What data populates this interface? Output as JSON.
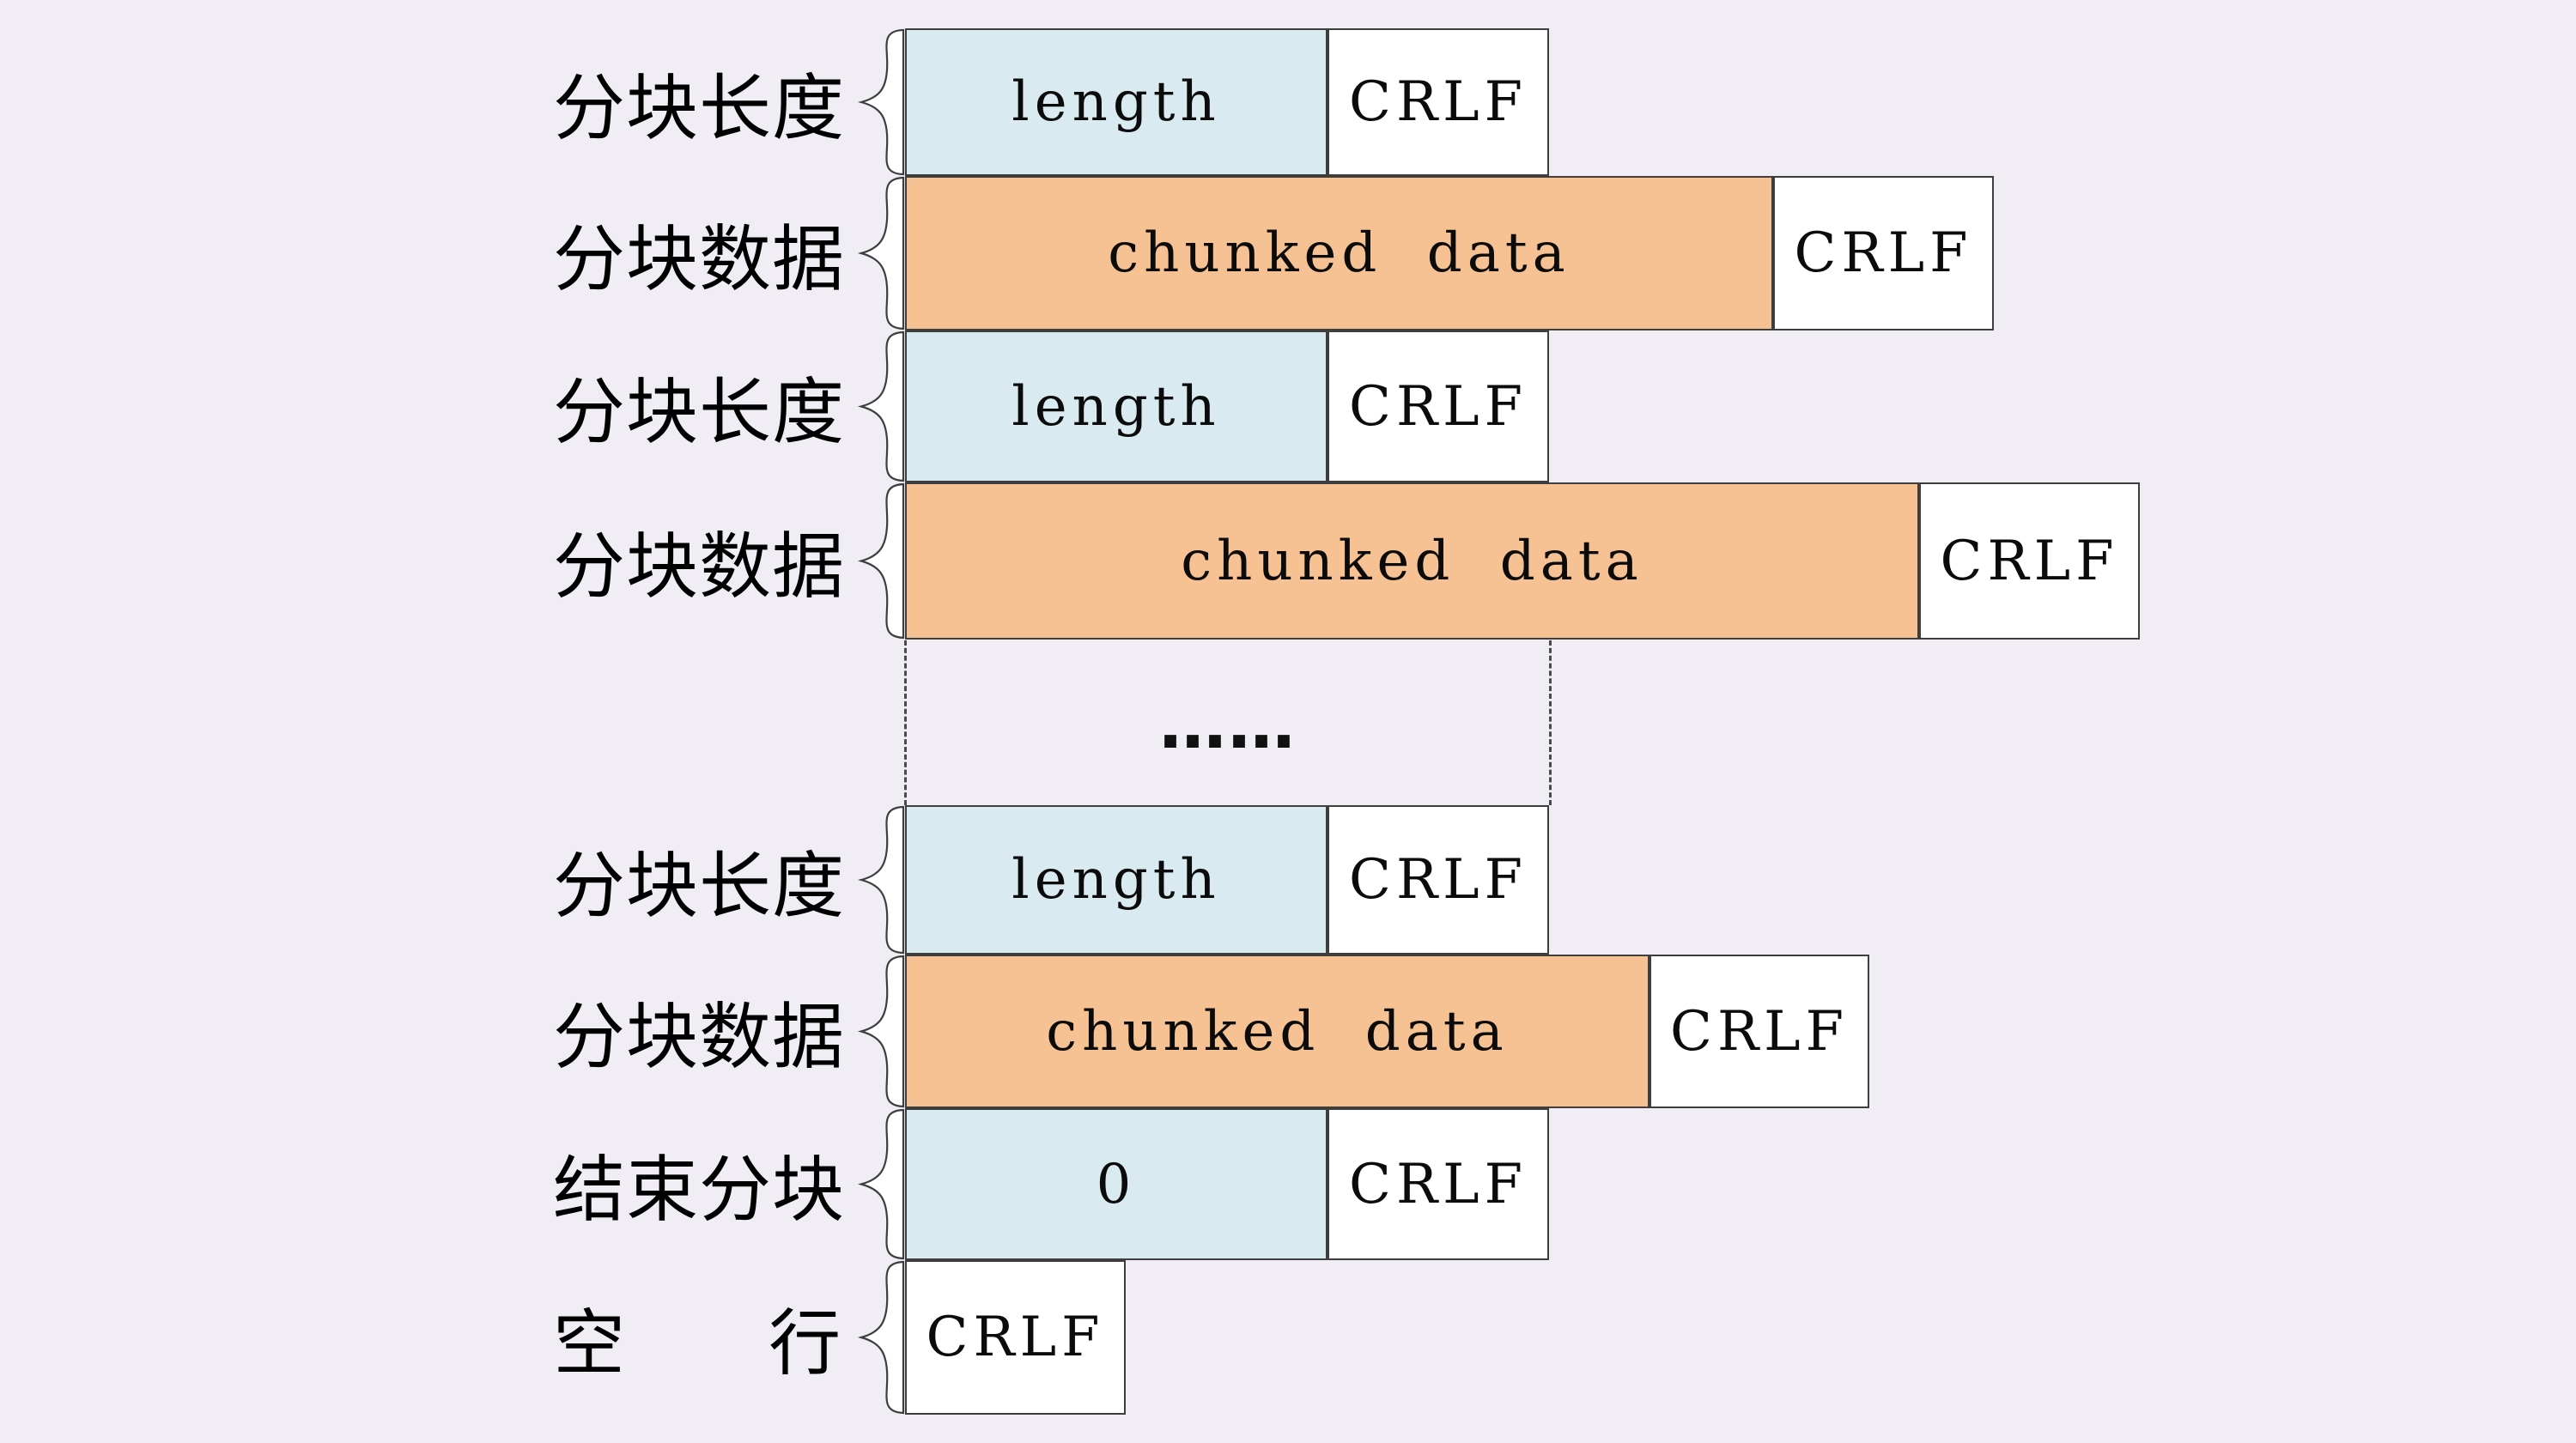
{
  "colors": {
    "background": "#F0EEF4",
    "length_box_fill": "#D9EAF1",
    "data_box_fill": "#F6C193",
    "crlf_box_fill": "#FFFFFF",
    "box_border": "#3E3E3E",
    "text": "#000000"
  },
  "ellipsis": "……",
  "rows": [
    {
      "label": "分块长度",
      "boxes": [
        {
          "text": "length"
        },
        {
          "text": "CRLF"
        }
      ]
    },
    {
      "label": "分块数据",
      "boxes": [
        {
          "text": "chunked data"
        },
        {
          "text": "CRLF"
        }
      ]
    },
    {
      "label": "分块长度",
      "boxes": [
        {
          "text": "length"
        },
        {
          "text": "CRLF"
        }
      ]
    },
    {
      "label": "分块数据",
      "boxes": [
        {
          "text": "chunked data"
        },
        {
          "text": "CRLF"
        }
      ]
    },
    {
      "label": "分块长度",
      "boxes": [
        {
          "text": "length"
        },
        {
          "text": "CRLF"
        }
      ]
    },
    {
      "label": "分块数据",
      "boxes": [
        {
          "text": "chunked data"
        },
        {
          "text": "CRLF"
        }
      ]
    },
    {
      "label": "结束分块",
      "boxes": [
        {
          "text": "0"
        },
        {
          "text": "CRLF"
        }
      ]
    },
    {
      "label": "空      行",
      "boxes": [
        {
          "text": "CRLF"
        }
      ]
    }
  ]
}
